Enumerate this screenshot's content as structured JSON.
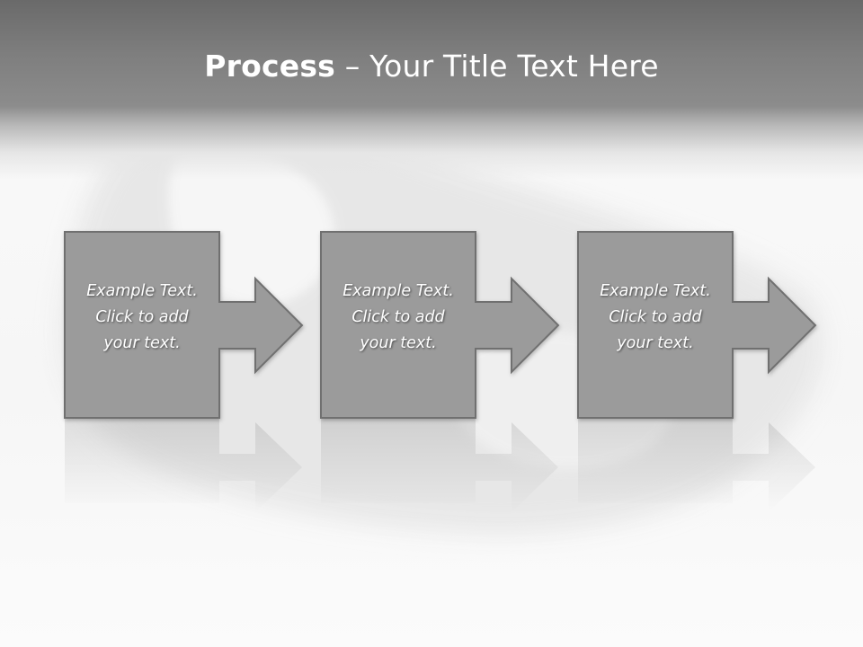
{
  "title": {
    "bold": "Process",
    "rest": " – Your Title Text Here"
  },
  "steps": [
    {
      "lines": [
        "Example Text.",
        "Click  to add",
        "your text."
      ]
    },
    {
      "lines": [
        "Example Text.",
        "Click  to add",
        "your text."
      ]
    },
    {
      "lines": [
        "Example Text.",
        "Click  to add",
        "your text."
      ]
    }
  ],
  "colors": {
    "box_fill": "#9b9b9b",
    "box_stroke": "#6f6f6f",
    "title_text": "#ffffff"
  }
}
